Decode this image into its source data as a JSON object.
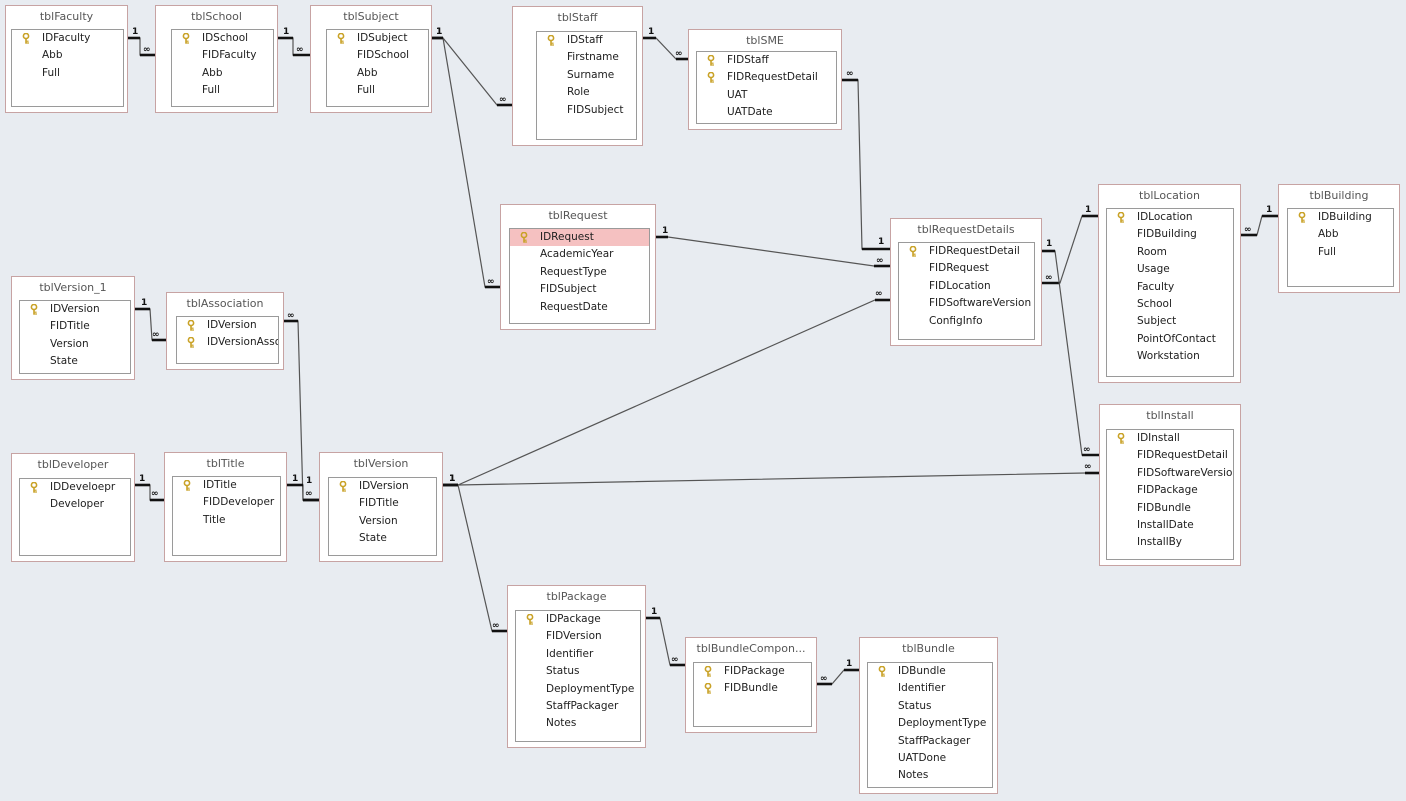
{
  "tables": [
    {
      "id": "tblFaculty",
      "title": "tblFaculty",
      "fields": [
        {
          "name": "IDFaculty",
          "key": true
        },
        {
          "name": "Abb",
          "key": false
        },
        {
          "name": "Full",
          "key": false
        }
      ]
    },
    {
      "id": "tblSchool",
      "title": "tblSchool",
      "fields": [
        {
          "name": "IDSchool",
          "key": true
        },
        {
          "name": "FIDFaculty",
          "key": false
        },
        {
          "name": "Abb",
          "key": false
        },
        {
          "name": "Full",
          "key": false
        }
      ]
    },
    {
      "id": "tblSubject",
      "title": "tblSubject",
      "fields": [
        {
          "name": "IDSubject",
          "key": true
        },
        {
          "name": "FIDSchool",
          "key": false
        },
        {
          "name": "Abb",
          "key": false
        },
        {
          "name": "Full",
          "key": false
        }
      ]
    },
    {
      "id": "tblStaff",
      "title": "tblStaff",
      "fields": [
        {
          "name": "IDStaff",
          "key": true
        },
        {
          "name": "Firstname",
          "key": false
        },
        {
          "name": "Surname",
          "key": false
        },
        {
          "name": "Role",
          "key": false
        },
        {
          "name": "FIDSubject",
          "key": false
        }
      ]
    },
    {
      "id": "tblSME",
      "title": "tblSME",
      "fields": [
        {
          "name": "FIDStaff",
          "key": true
        },
        {
          "name": "FIDRequestDetail",
          "key": true
        },
        {
          "name": "UAT",
          "key": false
        },
        {
          "name": "UATDate",
          "key": false
        }
      ]
    },
    {
      "id": "tblRequest",
      "title": "tblRequest",
      "fields": [
        {
          "name": "IDRequest",
          "key": true,
          "selected": true
        },
        {
          "name": "AcademicYear",
          "key": false
        },
        {
          "name": "RequestType",
          "key": false
        },
        {
          "name": "FIDSubject",
          "key": false
        },
        {
          "name": "RequestDate",
          "key": false
        }
      ]
    },
    {
      "id": "tblRequestDetails",
      "title": "tblRequestDetails",
      "fields": [
        {
          "name": "FIDRequestDetail",
          "key": true
        },
        {
          "name": "FIDRequest",
          "key": false
        },
        {
          "name": "FIDLocation",
          "key": false
        },
        {
          "name": "FIDSoftwareVersion",
          "key": false
        },
        {
          "name": "ConfigInfo",
          "key": false
        }
      ]
    },
    {
      "id": "tblLocation",
      "title": "tblLocation",
      "fields": [
        {
          "name": "IDLocation",
          "key": true
        },
        {
          "name": "FIDBuilding",
          "key": false
        },
        {
          "name": "Room",
          "key": false
        },
        {
          "name": "Usage",
          "key": false
        },
        {
          "name": "Faculty",
          "key": false
        },
        {
          "name": "School",
          "key": false
        },
        {
          "name": "Subject",
          "key": false
        },
        {
          "name": "PointOfContact",
          "key": false
        },
        {
          "name": "Workstation",
          "key": false
        }
      ]
    },
    {
      "id": "tblBuilding",
      "title": "tblBuilding",
      "fields": [
        {
          "name": "IDBuilding",
          "key": true
        },
        {
          "name": "Abb",
          "key": false
        },
        {
          "name": "Full",
          "key": false
        }
      ]
    },
    {
      "id": "tblVersion_1",
      "title": "tblVersion_1",
      "fields": [
        {
          "name": "IDVersion",
          "key": true
        },
        {
          "name": "FIDTitle",
          "key": false
        },
        {
          "name": "Version",
          "key": false
        },
        {
          "name": "State",
          "key": false
        }
      ]
    },
    {
      "id": "tblAssociation",
      "title": "tblAssociation",
      "fields": [
        {
          "name": "IDVersion",
          "key": true
        },
        {
          "name": "IDVersionAsso",
          "key": true
        }
      ]
    },
    {
      "id": "tblDeveloper",
      "title": "tblDeveloper",
      "fields": [
        {
          "name": "IDDeveloepr",
          "key": true
        },
        {
          "name": "Developer",
          "key": false
        }
      ]
    },
    {
      "id": "tblTitle",
      "title": "tblTitle",
      "fields": [
        {
          "name": "IDTitle",
          "key": true
        },
        {
          "name": "FIDDeveloper",
          "key": false
        },
        {
          "name": "Title",
          "key": false
        }
      ]
    },
    {
      "id": "tblVersion",
      "title": "tblVersion",
      "fields": [
        {
          "name": "IDVersion",
          "key": true
        },
        {
          "name": "FIDTitle",
          "key": false
        },
        {
          "name": "Version",
          "key": false
        },
        {
          "name": "State",
          "key": false
        }
      ]
    },
    {
      "id": "tblInstall",
      "title": "tblInstall",
      "fields": [
        {
          "name": "IDInstall",
          "key": true
        },
        {
          "name": "FIDRequestDetail",
          "key": false
        },
        {
          "name": "FIDSoftwareVersion",
          "key": false
        },
        {
          "name": "FIDPackage",
          "key": false
        },
        {
          "name": "FIDBundle",
          "key": false
        },
        {
          "name": "InstallDate",
          "key": false
        },
        {
          "name": "InstallBy",
          "key": false
        }
      ]
    },
    {
      "id": "tblPackage",
      "title": "tblPackage",
      "fields": [
        {
          "name": "IDPackage",
          "key": true
        },
        {
          "name": "FIDVersion",
          "key": false
        },
        {
          "name": "Identifier",
          "key": false
        },
        {
          "name": "Status",
          "key": false
        },
        {
          "name": "DeploymentType",
          "key": false
        },
        {
          "name": "StaffPackager",
          "key": false
        },
        {
          "name": "Notes",
          "key": false
        }
      ]
    },
    {
      "id": "tblBundleComponents",
      "title": "tblBundleCompon...",
      "fields": [
        {
          "name": "FIDPackage",
          "key": true
        },
        {
          "name": "FIDBundle",
          "key": true
        }
      ]
    },
    {
      "id": "tblBundle",
      "title": "tblBundle",
      "fields": [
        {
          "name": "IDBundle",
          "key": true
        },
        {
          "name": "Identifier",
          "key": false
        },
        {
          "name": "Status",
          "key": false
        },
        {
          "name": "DeploymentType",
          "key": false
        },
        {
          "name": "StaffPackager",
          "key": false
        },
        {
          "name": "UATDone",
          "key": false
        },
        {
          "name": "Notes",
          "key": false
        }
      ]
    }
  ],
  "relationships": [
    {
      "from": "tblFaculty",
      "to": "tblSchool",
      "one": "1",
      "many": "∞"
    },
    {
      "from": "tblSchool",
      "to": "tblSubject",
      "one": "1",
      "many": "∞"
    },
    {
      "from": "tblSubject",
      "to": "tblStaff",
      "one": "1",
      "many": "∞"
    },
    {
      "from": "tblSubject",
      "to": "tblRequest",
      "one": "1",
      "many": "∞"
    },
    {
      "from": "tblStaff",
      "to": "tblSME",
      "one": "1",
      "many": "∞"
    },
    {
      "from": "tblRequestDetails",
      "to": "tblSME",
      "one": "1",
      "many": "∞"
    },
    {
      "from": "tblRequest",
      "to": "tblRequestDetails",
      "one": "1",
      "many": "∞"
    },
    {
      "from": "tblLocation",
      "to": "tblRequestDetails",
      "one": "1",
      "many": "∞"
    },
    {
      "from": "tblBuilding",
      "to": "tblLocation",
      "one": "1",
      "many": "∞"
    },
    {
      "from": "tblRequestDetails",
      "to": "tblInstall",
      "one": "1",
      "many": "∞"
    },
    {
      "from": "tblVersion_1",
      "to": "tblAssociation",
      "one": "1",
      "many": "∞"
    },
    {
      "from": "tblVersion",
      "to": "tblAssociation",
      "one": "1",
      "many": "∞"
    },
    {
      "from": "tblDeveloper",
      "to": "tblTitle",
      "one": "1",
      "many": "∞"
    },
    {
      "from": "tblTitle",
      "to": "tblVersion",
      "one": "1",
      "many": "∞"
    },
    {
      "from": "tblVersion",
      "to": "tblRequestDetails",
      "one": "1",
      "many": "∞"
    },
    {
      "from": "tblVersion",
      "to": "tblInstall",
      "one": "1",
      "many": "∞"
    },
    {
      "from": "tblVersion",
      "to": "tblPackage",
      "one": "1",
      "many": "∞"
    },
    {
      "from": "tblPackage",
      "to": "tblBundleComponents",
      "one": "1",
      "many": "∞"
    },
    {
      "from": "tblBundle",
      "to": "tblBundleComponents",
      "one": "1",
      "many": "∞"
    }
  ],
  "colors": {
    "canvas": "#e8ecf1",
    "table_border": "#c7a3a3",
    "selected_row": "#f5c1c1",
    "key": "#c9a227",
    "line": "#555555"
  }
}
